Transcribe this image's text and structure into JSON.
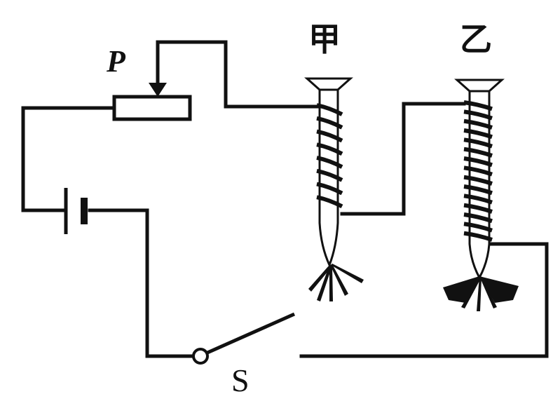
{
  "labels": {
    "rheostat_slider": "P",
    "switch": "S",
    "electromagnet_a": "甲",
    "electromagnet_b": "乙"
  },
  "components": {
    "electromagnet_a": {
      "coil_turns": 8
    },
    "electromagnet_b": {
      "coil_turns": 15
    }
  },
  "colors": {
    "ink": "#111111",
    "background": "#ffffff"
  }
}
